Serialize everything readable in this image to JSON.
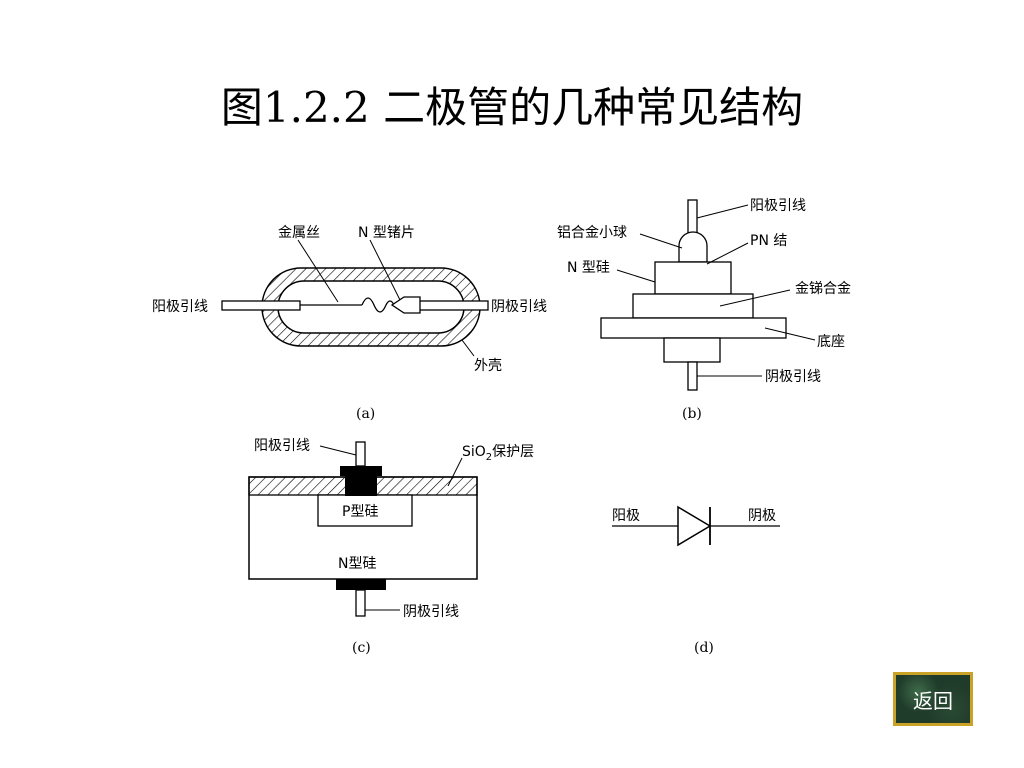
{
  "title": "图1.2.2 二极管的几种常见结构",
  "a": {
    "caption": "(a)",
    "metal_wire": "金属丝",
    "n_ge_chip": "N 型锗片",
    "anode_lead": "阳极引线",
    "cathode_lead": "阴极引线",
    "shell": "外壳"
  },
  "b": {
    "caption": "(b)",
    "anode_lead": "阳极引线",
    "al_ball": "铝合金小球",
    "pn_junction": "PN 结",
    "n_si": "N 型硅",
    "au_sb_alloy": "金锑合金",
    "base": "底座",
    "cathode_lead": "阴极引线"
  },
  "c": {
    "caption": "(c)",
    "anode_lead": "阳极引线",
    "sio2": "SiO",
    "sio2_sub": "2",
    "sio2_rest": "保护层",
    "p_si": "P型硅",
    "n_si": "N型硅",
    "cathode_lead": "阴极引线"
  },
  "d": {
    "caption": "(d)",
    "anode": "阳极",
    "cathode": "阴极"
  },
  "nav": {
    "back": "返回"
  }
}
